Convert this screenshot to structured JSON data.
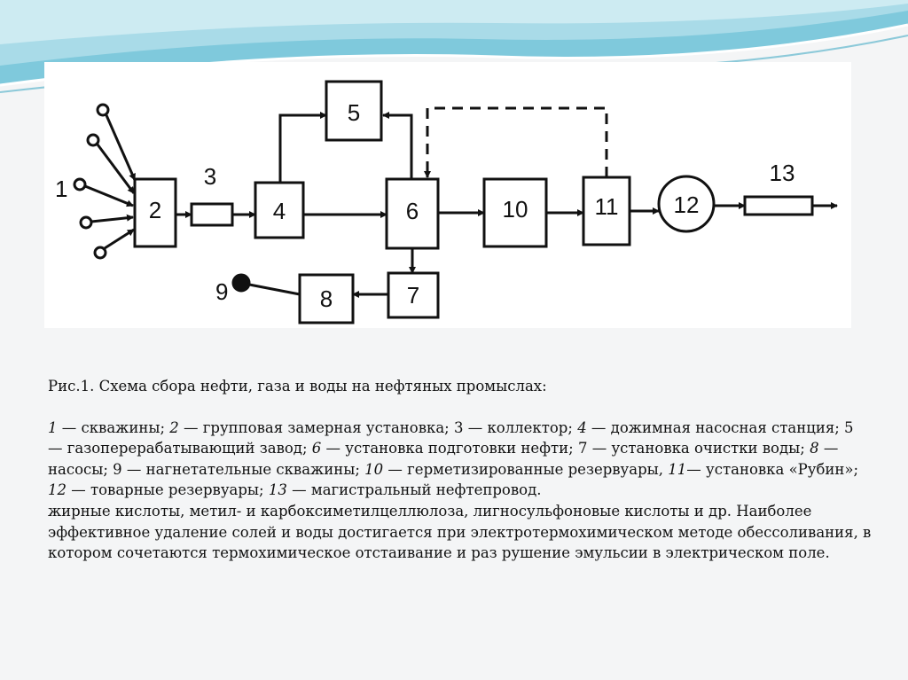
{
  "diagram": {
    "labels": {
      "wells": "1",
      "measuring_unit": "2",
      "collector": "3",
      "booster_pump": "4",
      "gas_plant": "5",
      "oil_treatment": "6",
      "water_treatment": "7",
      "pumps": "8",
      "injection_wells": "9",
      "sealed_tanks": "10",
      "rubin_unit": "11",
      "commercial_tanks": "12",
      "main_pipeline": "13"
    }
  },
  "caption": {
    "title": "Рис.1. Схема сбора нефти, газа и воды на нефтяных промыслах:",
    "legend": [
      {
        "num": "1",
        "text": " — скважины; "
      },
      {
        "num": "2",
        "text": " — групповая замерная установка; 3 — коллектор; "
      },
      {
        "num": "4",
        "text": " — дожимная насосная станция; 5 — газоперерабатывающий завод; "
      },
      {
        "num": "6",
        "text": " — установка подготовки нефти; 7 — установка очистки воды; "
      },
      {
        "num": "8",
        "text": " — насосы; 9 — нагнетательные скважины; "
      },
      {
        "num": "10",
        "text": " — герметизированные резервуары, "
      },
      {
        "num": "11",
        "text": "— установка «Рубин»; "
      },
      {
        "num": "12",
        "text": " — товарные резервуары; "
      },
      {
        "num": "13",
        "text": " — магистральный нефтепровод."
      }
    ],
    "body": "жирные кислоты, метил- и карбоксиметилцеллюлоза, лигносульфоновые кислоты и др. Наиболее эффективное удаление солей и воды достигается при электротермохимическом методе обессоливания, в котором сочетаются термохимическое отстаивание и раз рушение эмульсии в электрическом поле."
  }
}
